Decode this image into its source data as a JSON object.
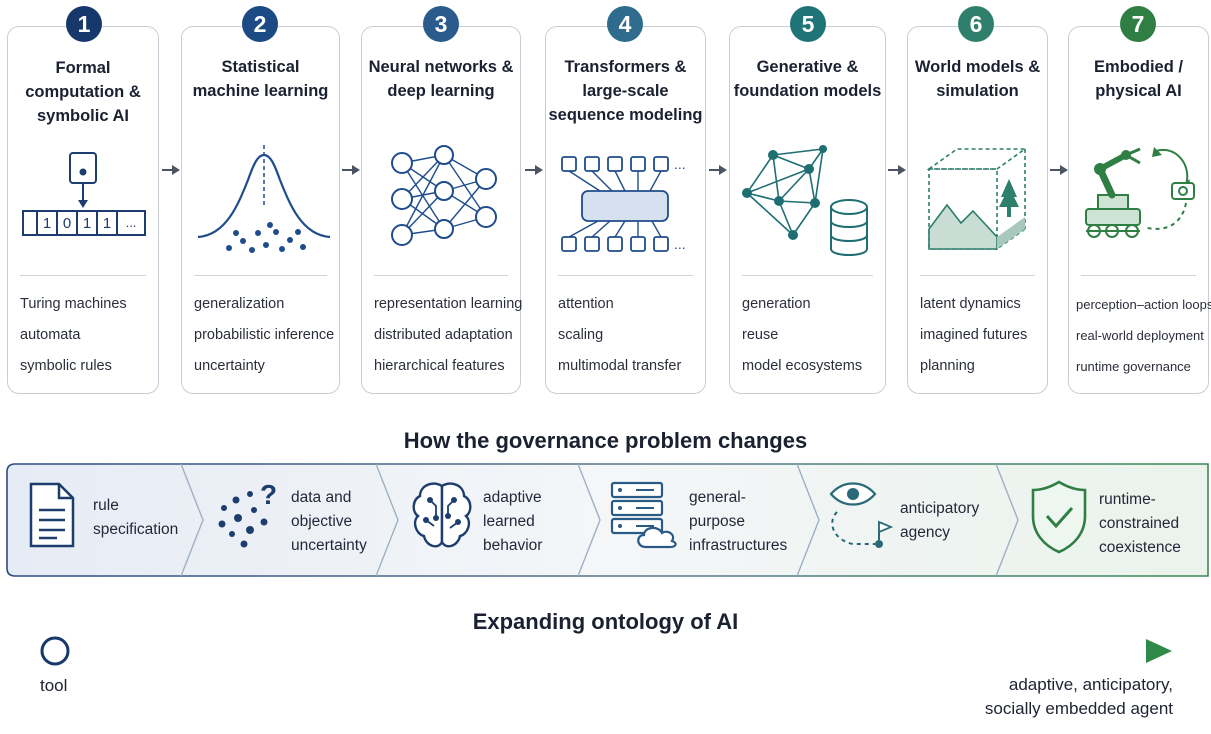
{
  "stages": [
    {
      "number": "1",
      "color": "#17386b",
      "title": "Formal\ncomputation &\nsymbolic AI",
      "features": [
        "Turing machines",
        "automata",
        "symbolic rules"
      ],
      "tape": [
        "1",
        "0",
        "1",
        "1",
        "..."
      ]
    },
    {
      "number": "2",
      "color": "#1c4a84",
      "title": "Statistical\nmachine learning",
      "features": [
        "generalization",
        "probabilistic inference",
        "uncertainty"
      ]
    },
    {
      "number": "3",
      "color": "#2b5a8c",
      "title": "Neural networks &\ndeep learning",
      "features": [
        "representation learning",
        "distributed adaptation",
        "hierarchical features"
      ]
    },
    {
      "number": "4",
      "color": "#2f6b8c",
      "title": "Transformers &\nlarge-scale\nsequence modeling",
      "features": [
        "attention",
        "scaling",
        "multimodal transfer"
      ],
      "ellipsis": "..."
    },
    {
      "number": "5",
      "color": "#1f7478",
      "title": "Generative &\nfoundation models",
      "features": [
        "generation",
        "reuse",
        "model ecosystems"
      ]
    },
    {
      "number": "6",
      "color": "#2e7f6c",
      "title": "World models &\nsimulation",
      "features": [
        "latent dynamics",
        "imagined futures",
        "planning"
      ]
    },
    {
      "number": "7",
      "color": "#2f7f45",
      "title": "Embodied /\nphysical AI",
      "features": [
        "perception–action loops",
        "real-world deployment",
        "runtime governance"
      ]
    }
  ],
  "governance": {
    "title": "How the governance problem changes",
    "segments": [
      {
        "label": "rule\nspecification",
        "icon": "document-icon"
      },
      {
        "label": "data and\nobjective\nuncertainty",
        "icon": "data-question-icon"
      },
      {
        "label": "adaptive\nlearned\nbehavior",
        "icon": "brain-circuit-icon"
      },
      {
        "label": "general-\npurpose\ninfrastructures",
        "icon": "server-cloud-icon"
      },
      {
        "label": "anticipatory\nagency",
        "icon": "eye-path-icon"
      },
      {
        "label": "runtime-\nconstrained\ncoexistence",
        "icon": "shield-check-icon"
      }
    ],
    "question_mark": "?"
  },
  "ontology": {
    "title": "Expanding ontology of AI",
    "start_label": "tool",
    "end_label": "adaptive, anticipatory,\nsocially embedded agent",
    "start_color": "#17386b",
    "end_color": "#2f8a4a"
  }
}
